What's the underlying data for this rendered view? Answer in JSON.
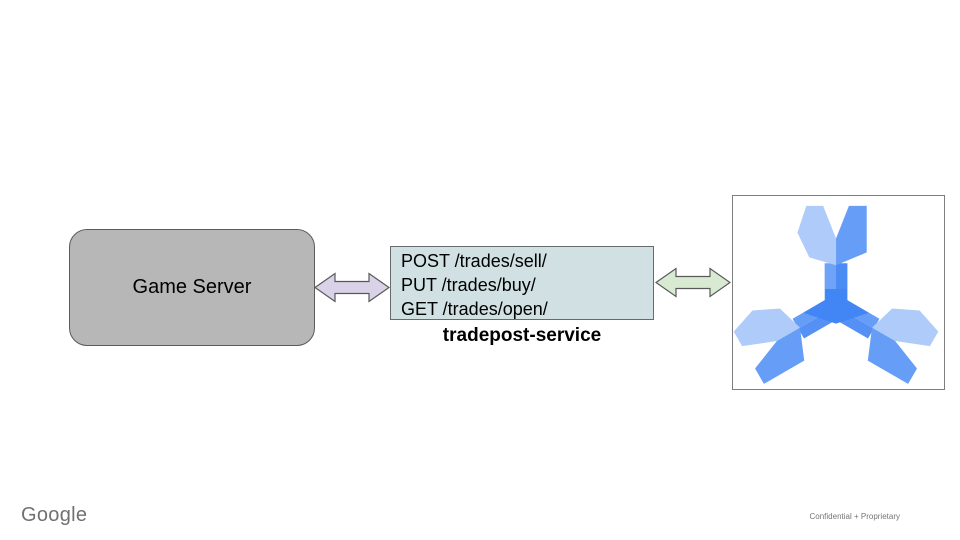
{
  "diagram": {
    "game_server": {
      "label": "Game Server",
      "fill": "#b7b7b7",
      "border": "#5b5b5b"
    },
    "arrow_left": {
      "direction": "bidirectional",
      "fill": "#d9d2e9",
      "stroke": "#595959"
    },
    "service_box": {
      "endpoints": [
        "POST /trades/sell/",
        "PUT /trades/buy/",
        "GET /trades/open/"
      ],
      "fill": "#d0e0e3",
      "border": "#666b6d"
    },
    "service_label": "tradepost-service",
    "arrow_right": {
      "direction": "bidirectional",
      "fill": "#d9ead3",
      "stroke": "#595959"
    },
    "spanner_box": {
      "icon": "cloud-spanner-logo",
      "border": "#7d7d7d",
      "colors": {
        "light": "#aecbfa",
        "medium": "#669df6",
        "dark": "#4285f4",
        "stem_left": "#6fa3f7",
        "stem_right": "#4a8cf4",
        "stem_upper": "#669df6",
        "stem_lower": "#5590f5"
      }
    }
  },
  "footer": {
    "brand": "Google",
    "note": "Confidential + Proprietary"
  }
}
